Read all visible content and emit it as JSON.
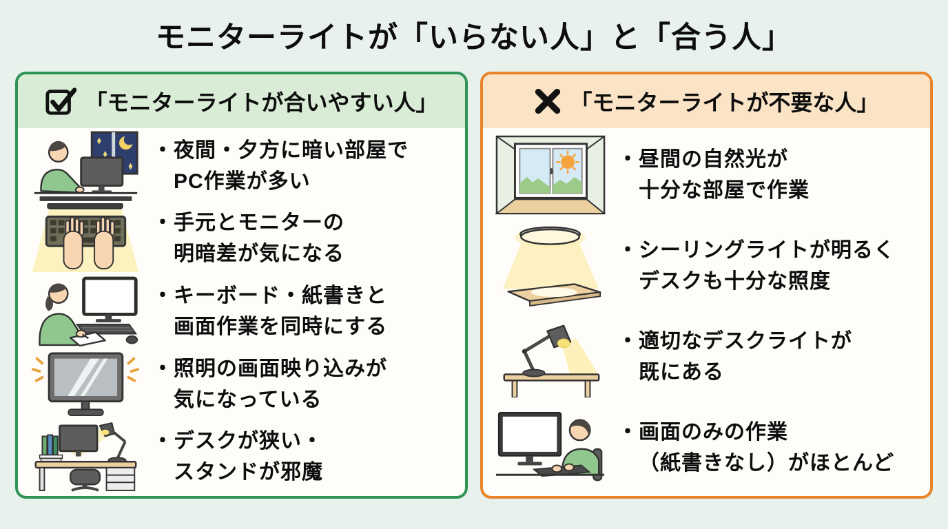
{
  "page": {
    "title": "モニターライトが「いらない人」と「合う人」"
  },
  "colors": {
    "background": "#e9f1ec",
    "panel_bg": "#fffdf9",
    "left_accent": "#2f9356",
    "left_header_bg": "#d9ecd6",
    "right_accent": "#e8842b",
    "right_header_bg": "#fbe3c6",
    "text": "#0d0d0d",
    "glow_yellow": "#fdf0bb",
    "person_green": "#8fc78f",
    "night_blue": "#2e3f6e",
    "sun_orange": "#f5a33c",
    "desk_tan": "#ecd0a0"
  },
  "left_panel": {
    "icon": "checkbox-checked-icon",
    "title": "「モニターライトが合いやすい人」",
    "bullet": "・",
    "items": [
      {
        "icon": "night-pc-work-illustration",
        "lines": [
          "夜間・夕方に暗い部屋で",
          "PC作業が多い"
        ]
      },
      {
        "icon": "keyboard-hands-light-illustration",
        "lines": [
          "手元とモニターの",
          "明暗差が気になる"
        ]
      },
      {
        "icon": "keyboard-paper-work-illustration",
        "lines": [
          "キーボード・紙書きと",
          "画面作業を同時にする"
        ]
      },
      {
        "icon": "monitor-glare-illustration",
        "lines": [
          "照明の画面映り込みが",
          "気になっている"
        ]
      },
      {
        "icon": "narrow-desk-lamp-illustration",
        "lines": [
          "デスクが狭い・",
          "スタンドが邪魔"
        ]
      }
    ]
  },
  "right_panel": {
    "icon": "cross-icon",
    "title": "「モニターライトが不要な人」",
    "bullet": "・",
    "items": [
      {
        "icon": "window-daylight-illustration",
        "lines": [
          "昼間の自然光が",
          "十分な部屋で作業"
        ]
      },
      {
        "icon": "ceiling-light-illustration",
        "lines": [
          "シーリングライトが明るく",
          "デスクも十分な照度"
        ]
      },
      {
        "icon": "desk-lamp-illustration",
        "lines": [
          "適切なデスクライトが",
          "既にある"
        ]
      },
      {
        "icon": "screen-only-work-illustration",
        "lines": [
          "画面のみの作業",
          "（紙書きなし）がほとんど"
        ]
      }
    ]
  }
}
